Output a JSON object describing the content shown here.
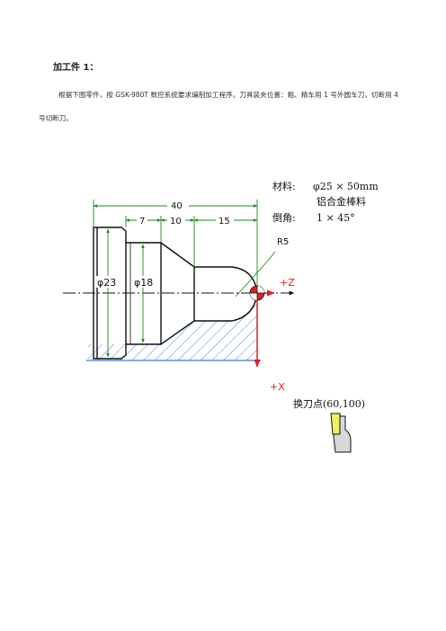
{
  "doc": {
    "heading": "加工件 1：",
    "paragraph": "根据下图零件，按 GSK-980T 数控系统要求编制加工程序。刀具装夹位置：粗、精车用 1 号外圆车刀，切断用 4 号切断刀。"
  },
  "drawing": {
    "dimensions": {
      "total_length": "40",
      "seg_a": "7",
      "seg_b": "10",
      "seg_c": "15",
      "dia_large": "φ23",
      "dia_small": "φ18",
      "radius": "R5"
    },
    "axes": {
      "z_label": "+Z",
      "x_label": "+X"
    },
    "notes": {
      "material_label": "材料:",
      "material_value": "φ25 × 50mm",
      "material_desc": "铝合金棒料",
      "chamfer_label": "倒角:",
      "chamfer_value": "1 × 45°",
      "tool_change": "换刀点(60,100)"
    },
    "colors": {
      "dimension": "#1a8a1a",
      "outline": "#111111",
      "hatch": "#3a7ad8",
      "axis": "#e02020",
      "tool": "#f0f060"
    }
  }
}
